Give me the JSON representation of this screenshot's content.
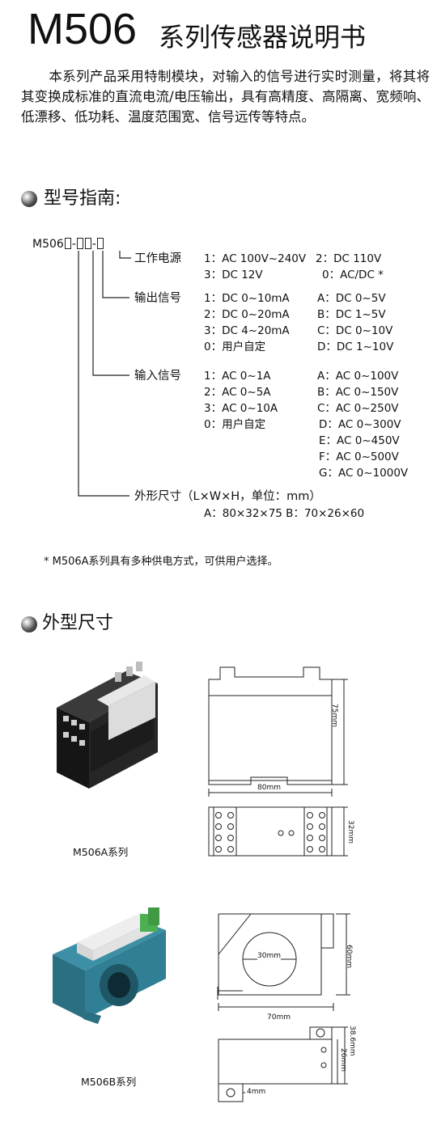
{
  "title": {
    "model": "M506",
    "text": "系列传感器说明书"
  },
  "intro": "本系列产品采用特制模块，对输入的信号进行实时测量，将其将其变换成标准的直流电流/电压输出，具有高精度、高隔离、宽频响、低漂移、低功耗、温度范围宽、信号远传等特点。",
  "section_model": {
    "title": "型号指南:",
    "code_prefix": "M506",
    "code_sep": "-"
  },
  "power": {
    "label": "工作电源",
    "options": [
      [
        "1：AC 100V~240V",
        "2：DC 110V"
      ],
      [
        "3：DC 12V",
        "0：AC/DC *"
      ]
    ]
  },
  "output": {
    "label": "输出信号",
    "left": [
      "1：DC 0~10mA",
      "2：DC 0~20mA",
      "3：DC 4~20mA",
      "0：用户自定"
    ],
    "right": [
      "A：DC 0~5V",
      "B：DC 1~5V",
      "C：DC 0~10V",
      "D：DC 1~10V"
    ]
  },
  "input": {
    "label": "输入信号",
    "left": [
      "1：AC 0~1A",
      "2：AC 0~5A",
      "3：AC 0~10A",
      "0：用户自定"
    ],
    "right": [
      "A：AC 0~100V",
      "B：AC 0~150V",
      "C：AC 0~250V",
      "D：AC 0~300V",
      "E：AC 0~450V",
      "F：AC 0~500V",
      "G：AC 0~1000V"
    ]
  },
  "size": {
    "label": "外形尺寸（L×W×H，单位：mm）",
    "values": "A：80×32×75  B：70×26×60"
  },
  "note": "* M506A系列具有多种供电方式，可供用户选择。",
  "section_dims": {
    "title": "外型尺寸"
  },
  "dims": {
    "a_width": "80mm",
    "a_height": "75mm",
    "a_depth": "32mm",
    "a_caption": "M506A系列",
    "b_hole": "30mm",
    "b_width": "70mm",
    "b_height": "60mm",
    "b_total": "38.6mm",
    "b_depth": "26mm",
    "b_foot": "4mm",
    "b_caption": "M506B系列"
  }
}
